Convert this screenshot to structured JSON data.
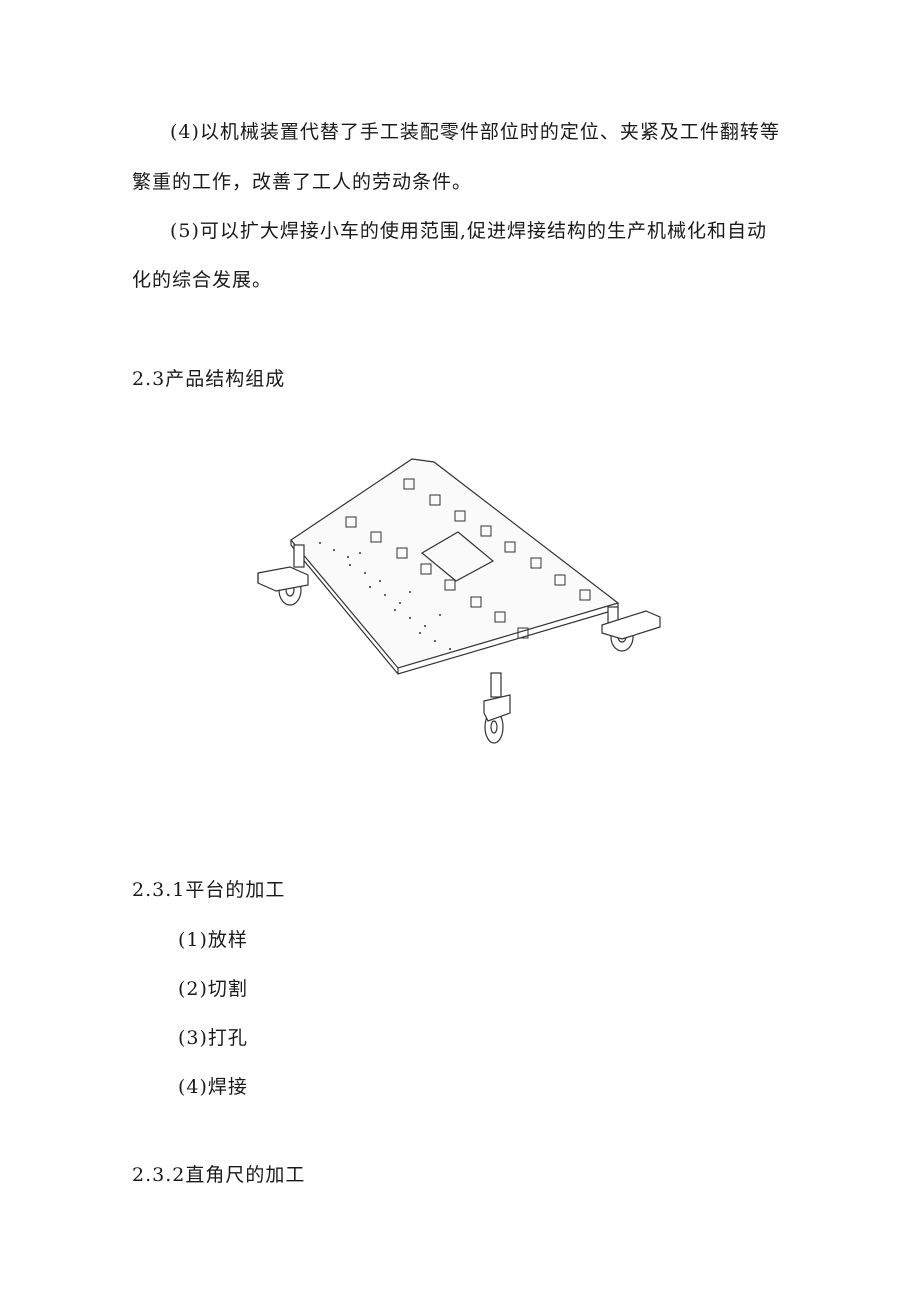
{
  "paragraphs": [
    {
      "line1": "(4)以机械装置代替了手工装配零件部位时的定位、夹紧及工件翻转等",
      "line2": "繁重的工作，改善了工人的劳动条件。"
    },
    {
      "line1": "(5)可以扩大焊接小车的使用范围,促进焊接结构的生产机械化和自动",
      "line2": "化的综合发展。"
    }
  ],
  "section_2_3": {
    "heading": "2.3产品结构组成"
  },
  "figure": {
    "subject": "welding-platform-cart-drawing"
  },
  "section_2_3_1": {
    "heading": "2.3.1平台的加工",
    "steps": [
      "(1)放样",
      "(2)切割",
      "(3)打孔",
      "(4)焊接"
    ]
  },
  "section_2_3_2": {
    "heading": "2.3.2直角尺的加工"
  }
}
